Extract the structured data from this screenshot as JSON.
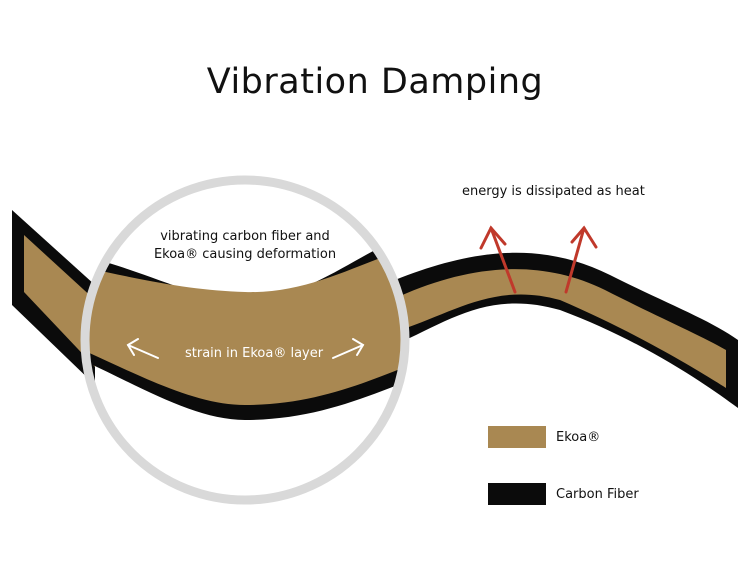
{
  "title": "Vibration Damping",
  "labels": {
    "deformation_line1": "vibrating carbon fiber and",
    "deformation_line2": "Ekoa® causing deformation",
    "strain": "strain in Ekoa® layer",
    "heat": "energy is dissipated as heat"
  },
  "legend": [
    {
      "label": "Ekoa®",
      "color": "#a98852"
    },
    {
      "label": "Carbon Fiber",
      "color": "#0b0b0b"
    }
  ],
  "colors": {
    "ekoa": "#a98852",
    "carbon": "#0b0b0b",
    "lens_ring": "#d9d9d9",
    "heat_arrow": "#c0392b",
    "strain_arrow": "#ffffff"
  }
}
